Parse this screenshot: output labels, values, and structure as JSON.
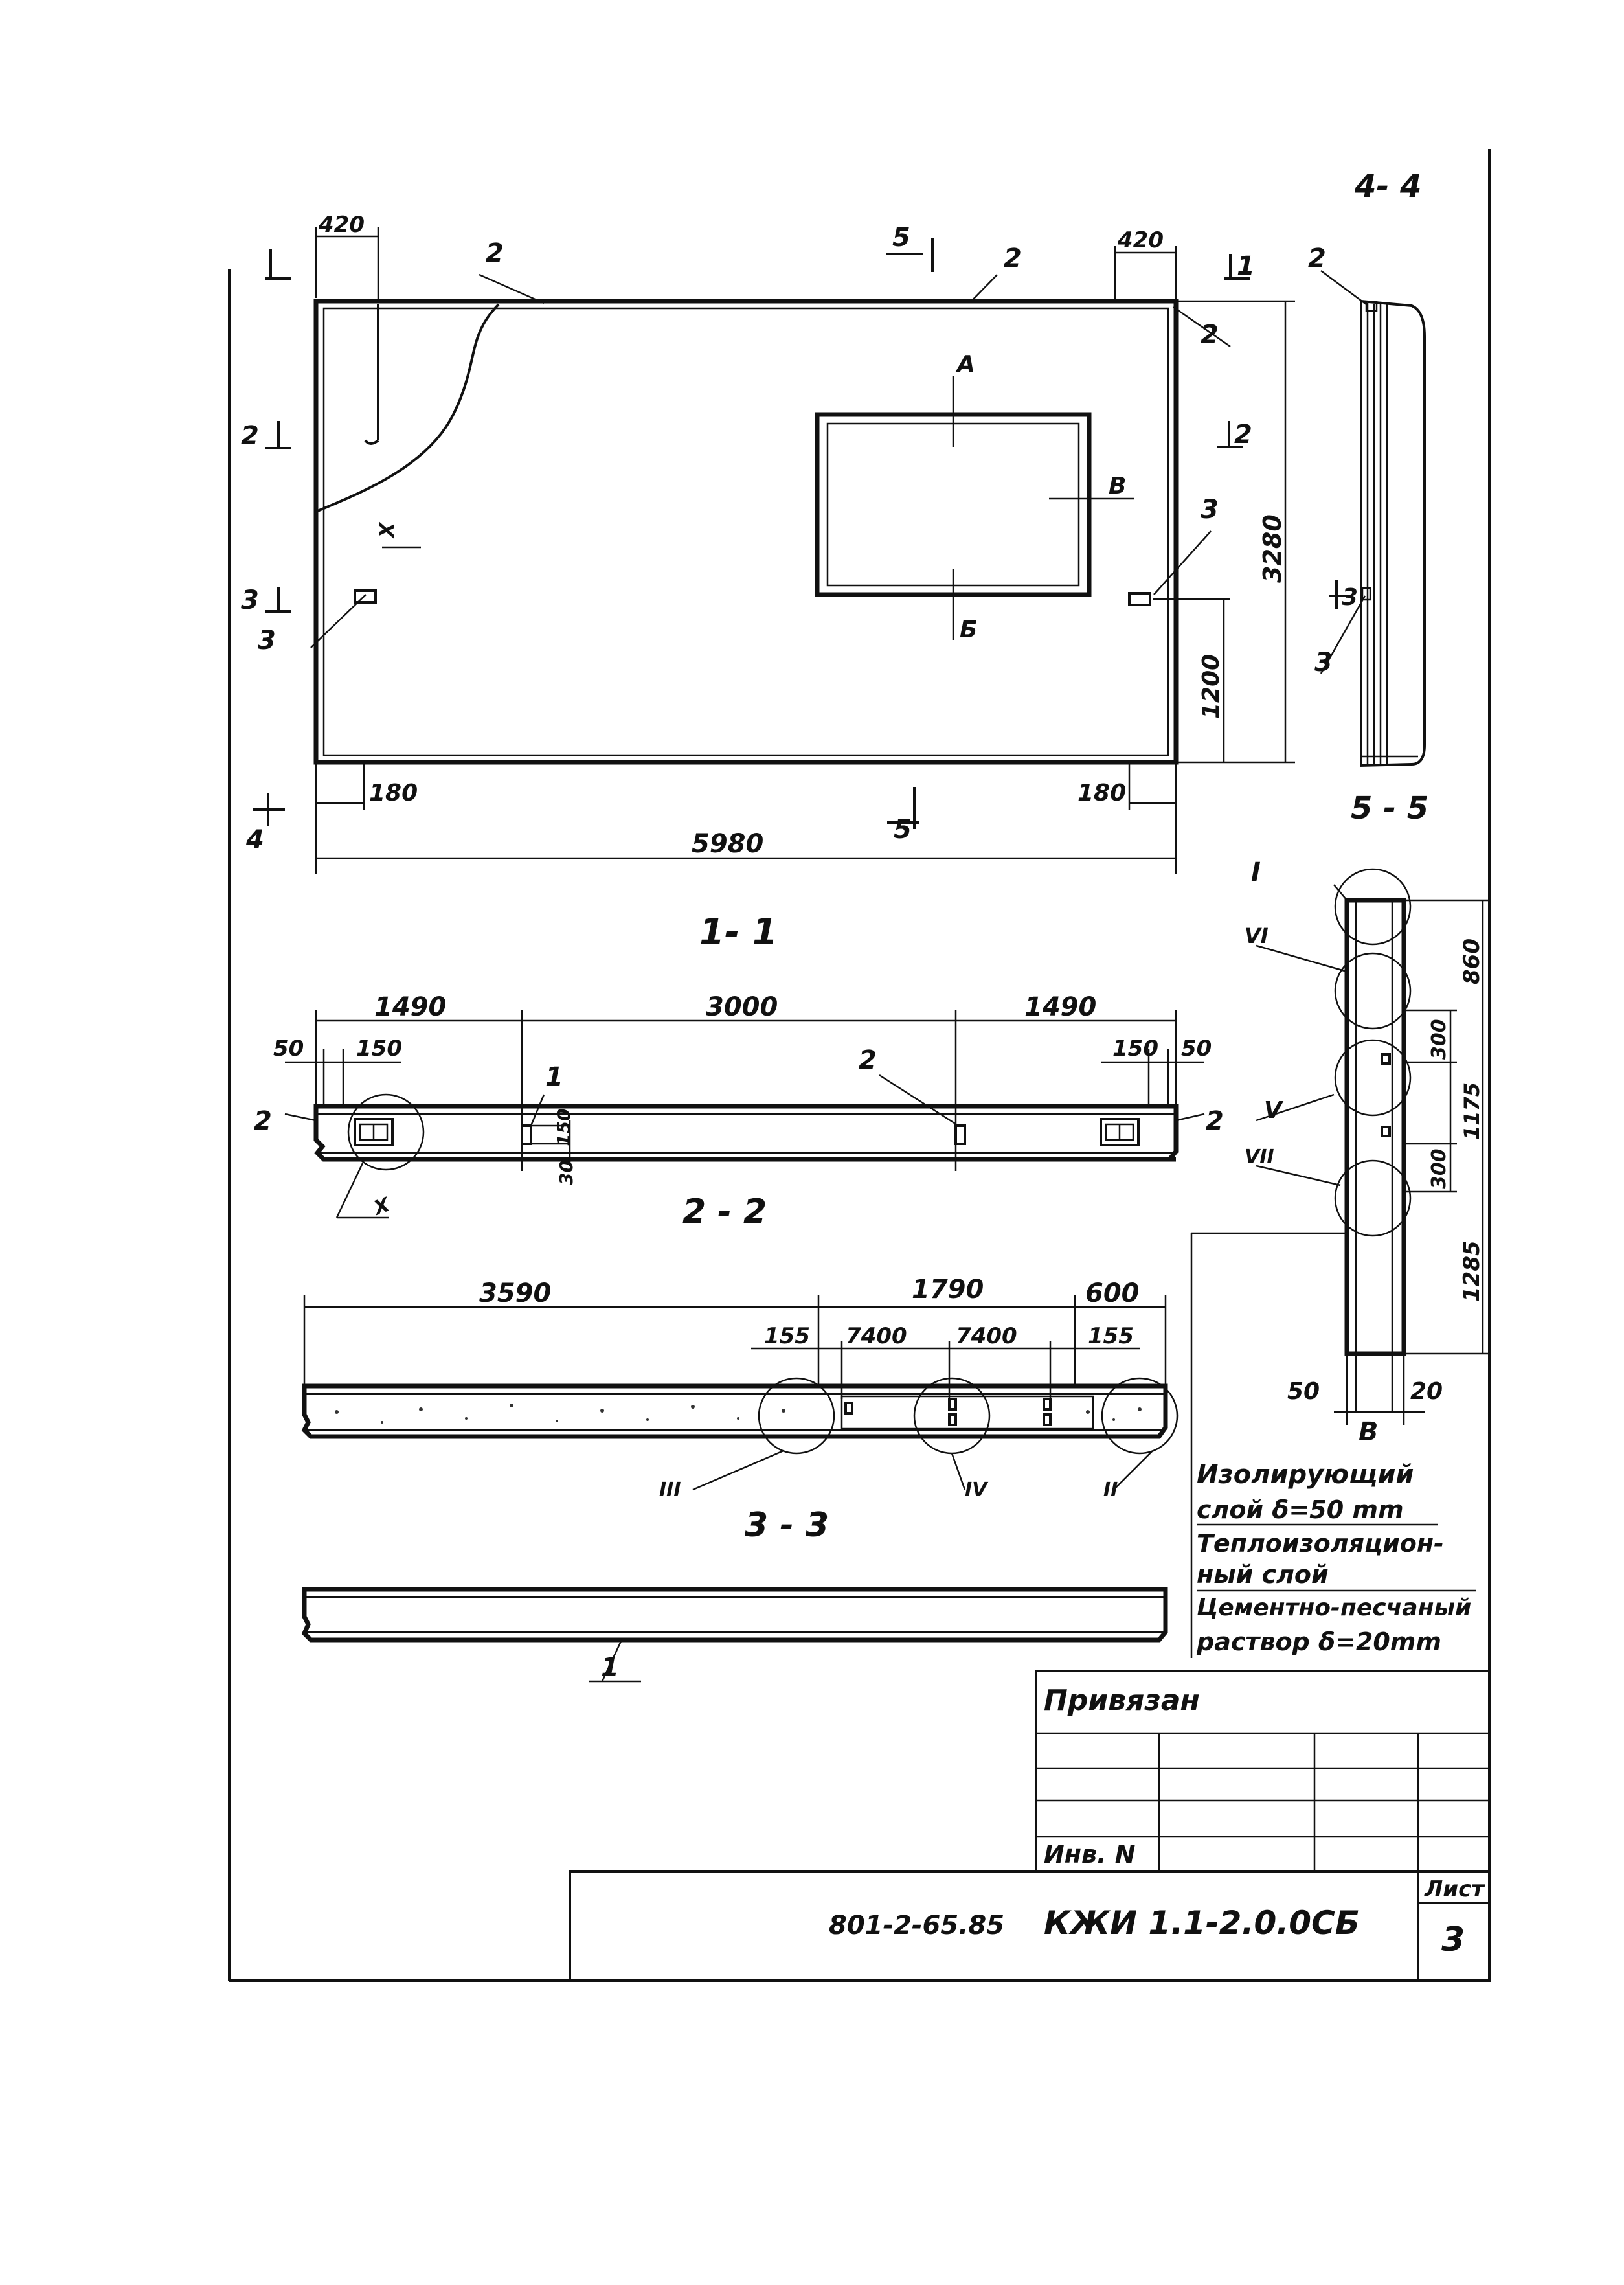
{
  "views": {
    "section_4_4": "4- 4",
    "section_1_1": "1- 1",
    "section_2_2": "2 - 2",
    "section_3_3": "3 - 3",
    "section_5_5": "5 - 5"
  },
  "plan": {
    "dim_420_left": "420",
    "dim_420_right": "420",
    "dim_180_left": "180",
    "dim_180_right": "180",
    "dim_5980": "5980",
    "dim_3280": "3280",
    "dim_1200": "1200",
    "opening_a": "А",
    "opening_b": "Б",
    "opening_v": "В",
    "cut_1": "1",
    "cut_2_left": "2",
    "cut_2_right": "2",
    "cut_3_left": "3",
    "cut_3_right": "3",
    "cut_4": "4",
    "cut_5_top": "5",
    "cut_5_bottom": "5",
    "node_x": "X",
    "label_2_top_left": "2",
    "label_2_top_mid": "2",
    "label_2_right": "2",
    "label_3_left": "3",
    "label_3_right": "3"
  },
  "side": {
    "label_2": "2",
    "label_3": "3",
    "cut_3": "3"
  },
  "sec11": {
    "dim_1490_left": "1490",
    "dim_3000": "3000",
    "dim_1490_right": "1490",
    "dim_50_left": "50",
    "dim_150_left": "150",
    "dim_150_right": "150",
    "dim_50_right": "50",
    "dim_150_v": "150",
    "dim_30_v": "30",
    "label_1": "1",
    "label_2_mid": "2",
    "label_2_left": "2",
    "label_2_right": "2",
    "node_x": "X"
  },
  "sec22": {
    "dim_3590": "3590",
    "dim_1790": "1790",
    "dim_600": "600",
    "dim_155_left": "155",
    "dim_7400_a": "7400",
    "dim_7400_b": "7400",
    "dim_155_right": "155",
    "node_iii": "III",
    "node_iv": "IV",
    "node_ii": "II"
  },
  "sec33": {
    "label_1": "1"
  },
  "sec55": {
    "node_i": "I",
    "node_vi": "VI",
    "node_v": "V",
    "node_vii": "VII",
    "dim_860": "860",
    "dim_300_top": "300",
    "dim_1175": "1175",
    "dim_300_bottom": "300",
    "dim_1285": "1285",
    "dim_50": "50",
    "dim_20": "20",
    "dim_b": "В"
  },
  "legend": {
    "line1": "Изолирующий",
    "line2": "слой δ=50 mm",
    "line3": "Теплоизоляцион-",
    "line4": "ный слой",
    "line5": "Цементно-песчаный",
    "line6": "раствор δ=20mm"
  },
  "titleblock": {
    "privyazan": "Привязан",
    "inv": "Инв. N",
    "code": "801-2-65.85",
    "doc": "КЖИ 1.1-2.0.0СБ",
    "list_label": "Лист",
    "list_num": "3"
  }
}
